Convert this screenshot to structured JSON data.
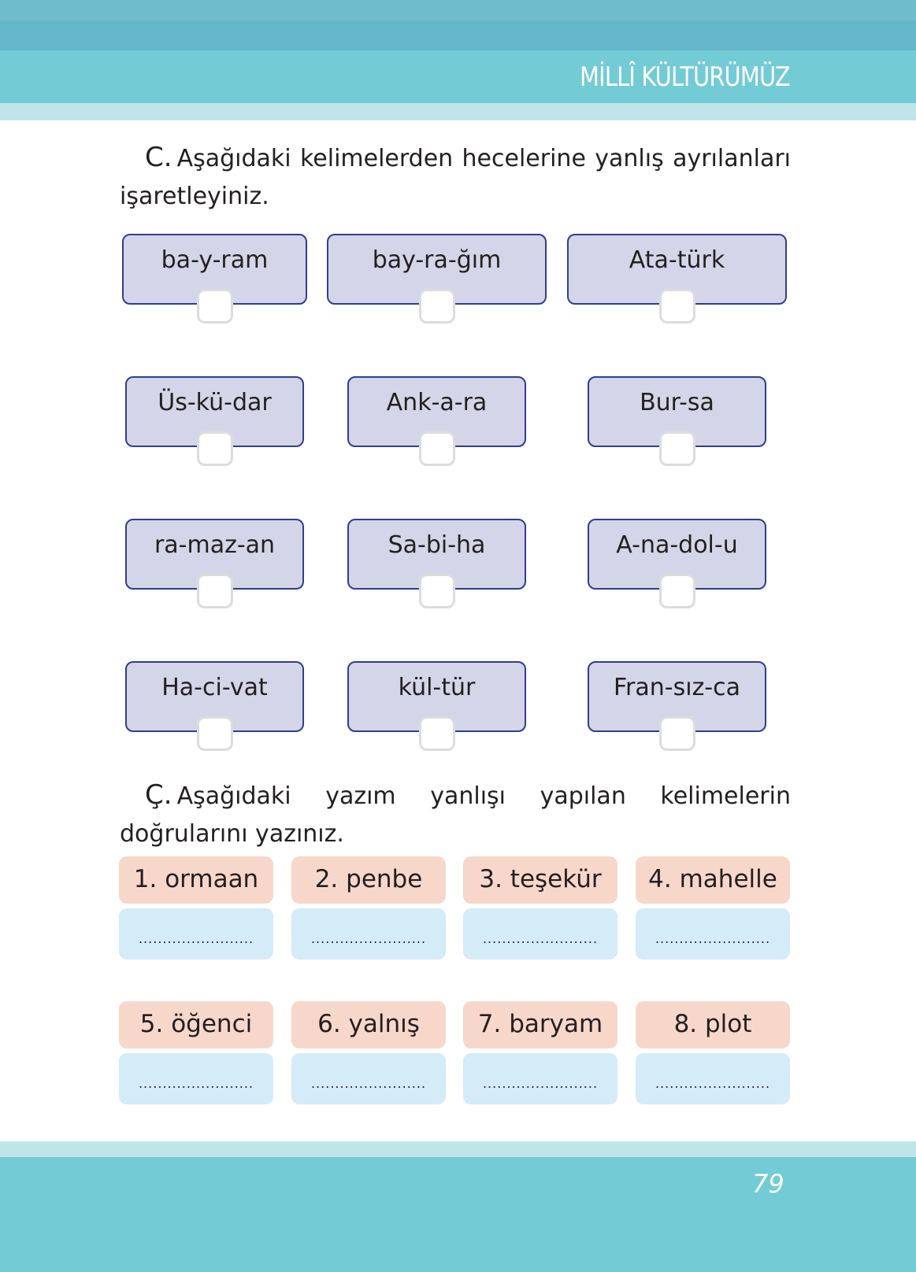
{
  "header": {
    "title": "MİLLÎ KÜLTÜRÜMÜZ",
    "colors": {
      "top": "#6fbdcc",
      "mid": "#64b7ca",
      "main": "#72cbd5",
      "light": "#c0e5e8"
    }
  },
  "section_c": {
    "letter": "C.",
    "instruction": "Aşağıdaki kelimelerden hecelerine yanlış ayrılanları işaretleyiniz.",
    "items": [
      "ba-y-ram",
      "bay-ra-ğım",
      "Ata-türk",
      "Üs-kü-dar",
      "Ank-a-ra",
      "Bur-sa",
      "ra-maz-an",
      "Sa-bi-ha",
      "A-na-dol-u",
      "Ha-ci-vat",
      "kül-tür",
      "Fran-sız-ca"
    ]
  },
  "section_cc": {
    "letter": "Ç.",
    "instruction": "Aşağıdaki yazım yanlışı yapılan kelimelerin doğrularını yazınız.",
    "items": [
      {
        "num": "1.",
        "word": "ormaan"
      },
      {
        "num": "2.",
        "word": "penbe"
      },
      {
        "num": "3.",
        "word": "teşekür"
      },
      {
        "num": "4.",
        "word": "mahelle"
      },
      {
        "num": "5.",
        "word": "öğenci"
      },
      {
        "num": "6.",
        "word": "yalnış"
      },
      {
        "num": "7.",
        "word": "baryam"
      },
      {
        "num": "8.",
        "word": "plot"
      }
    ],
    "answer_placeholder": "........................"
  },
  "footer": {
    "page_number": "79"
  }
}
